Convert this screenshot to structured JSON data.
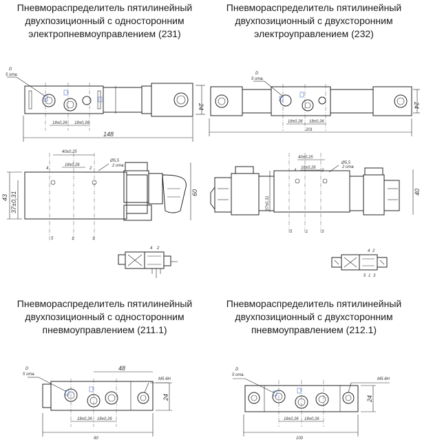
{
  "titles": {
    "t231": [
      "Пневмораспределитель пятилинейный",
      "двухпозиционный с односторонним",
      "электропневмоуправлением (231)"
    ],
    "t232": [
      "Пневмораспределитель пятилинейный",
      "двухпозиционный с двухсторонним",
      "электроуправлением (232)"
    ],
    "t211": [
      "Пневмораспределитель пятилинейный",
      "двухпозиционный с односторонним",
      "пневмоуправлением (211.1)"
    ],
    "t212": [
      "Пневмораспределитель пятилинейный",
      "двухпозиционный с двухсторонним",
      "пневмоуправлением (212.1)"
    ]
  },
  "dims": {
    "d231": {
      "hole": "D",
      "holes": "5 отв.",
      "pitch1": "18±0,26",
      "pitch2": "18±0,26",
      "length": "148",
      "height": "24",
      "pitch40": "40±0,25",
      "pitch18": "18±0,26",
      "mount": "Ø5,5",
      "mount_count": "2 отв.",
      "h43": "43",
      "h37": "37±0,31",
      "h60": "60",
      "ports": [
        "4",
        "2",
        "5",
        "1",
        "3"
      ]
    },
    "d232": {
      "hole": "D",
      "holes": "5 отв.",
      "pitch1": "18±0,26",
      "pitch2": "18±0,26",
      "length": "201",
      "height": "24",
      "pitch40": "40±0,25",
      "pitch18": "18±0,26",
      "mount": "Ø5,5",
      "mount_count": "2 отв.",
      "h37": "37±0,31",
      "h40": "40",
      "ports": [
        "4",
        "2",
        "5",
        "1",
        "3"
      ]
    },
    "d211": {
      "hole": "D",
      "holes": "5 отв.",
      "len48": "48",
      "thread": "M5-6H",
      "pitch1": "18±0,26",
      "pitch2": "18±0,26",
      "length": "90",
      "height": "24"
    },
    "d212": {
      "hole": "D",
      "holes": "5 отв.",
      "thread": "M5-6H",
      "pitch1": "18±0,26",
      "pitch2": "18±0,26",
      "length": "100",
      "height": "24"
    }
  }
}
